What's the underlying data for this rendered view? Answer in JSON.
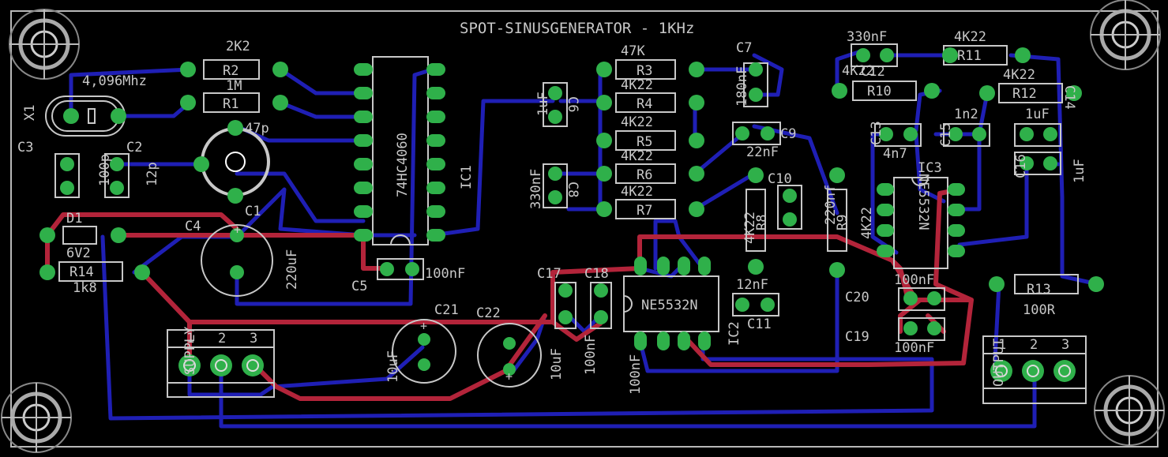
{
  "colors": {
    "background": "#000000",
    "top_trace": "#b3243a",
    "bottom_trace": "#1f1fb5",
    "pad": "#2fb04a",
    "silk": "#c8c8c8"
  },
  "board": {
    "title": "SPOT-SINUSGENERATOR - 1KHz"
  },
  "labels": {
    "r2_val": "2K2",
    "r2": "R2",
    "r1_val": "1M",
    "r1": "R1",
    "x1": "X1",
    "x1_val": "4,096Mhz",
    "c1_val": "47p",
    "c1": "C1",
    "c3": "C3",
    "c3_val": "100p",
    "c2": "C2",
    "c2_val": "12p",
    "ic1_part": "74HC4060",
    "ic1": "IC1",
    "c6_val": "1uF",
    "c6": "C6",
    "c8_val": "330nF",
    "c8": "C8",
    "r3_val": "47K",
    "r3": "R3",
    "r4_val": "4K22",
    "r4": "R4",
    "r5_val": "4K22",
    "r5": "R5",
    "r6_val": "4K22",
    "r6": "R6",
    "r7_val": "4K22",
    "r7": "R7",
    "c7": "C7",
    "c7_val": "180nF",
    "c9": "C9",
    "c9_val": "22nF",
    "c10": "C10",
    "c10_val": "220nf",
    "r8_val": "4K22",
    "r8": "R8",
    "r9": "R9",
    "r9_val": "4K22",
    "c12_val": "330nF",
    "c12": "C12",
    "r11_val": "4K22",
    "r11": "R11",
    "r10_val": "4K22",
    "r10": "R10",
    "r12_val": "4K22",
    "r12": "R12",
    "c13": "C13",
    "c13_val": "4n7",
    "c15": "C15",
    "c15_val": "1n2",
    "c14_val": "1uF",
    "c14": "C14",
    "c16": "C16",
    "c16_val": "1uF",
    "ic3": "IC3",
    "ic3_part": "NE5532N",
    "d1": "D1",
    "d1_val": "6V2",
    "r14": "R14",
    "r14_val": "1k8",
    "c4": "C4",
    "c4_val": "220uF",
    "c5": "C5",
    "c5_val": "100nF",
    "c17": "C17",
    "c18": "C18",
    "c17_val": "100nF",
    "c18_val": "100nF",
    "ic2_part": "NE5532N",
    "ic2": "IC2",
    "c11_val": "12nF",
    "c11": "C11",
    "c21": "C21",
    "c21_val": "10uF",
    "c22": "C22",
    "c22_val": "10uF",
    "c20": "C20",
    "c19": "C19",
    "c20_val": "100nF",
    "c19_val": "100nF",
    "r13": "R13",
    "r13_val": "100R",
    "supply": "SUPPLY",
    "output": "OUTPUT",
    "pin1": "1",
    "pin2": "2",
    "pin3": "3",
    "cap_plus": "+"
  }
}
